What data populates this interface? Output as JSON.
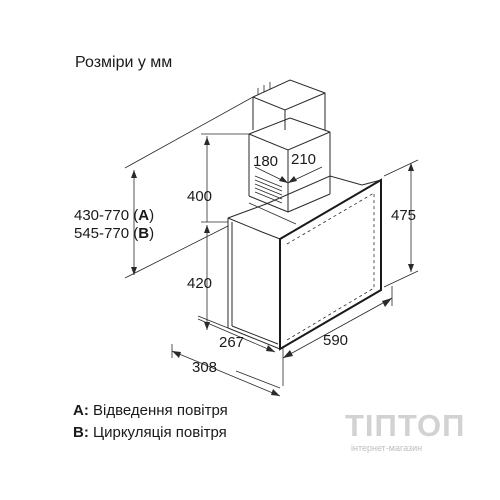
{
  "title": "Розміри у мм",
  "dimensions": {
    "width": "590",
    "height": "475",
    "depth_top": "267",
    "depth_total": "308",
    "lower_height": "420",
    "chimney_height": "400",
    "chimney_width": "210",
    "chimney_depth": "180",
    "range_a_value": "430-770",
    "range_a_letter": "A",
    "range_b_value": "545-770",
    "range_b_letter": "B"
  },
  "legend": {
    "a_letter": "A:",
    "a_text": " Відведення повітря",
    "b_letter": "B:",
    "b_text": " Циркуляція повітря"
  },
  "watermark": {
    "brand": "ТІПТОП",
    "subtitle": "інтернет-магазин"
  }
}
